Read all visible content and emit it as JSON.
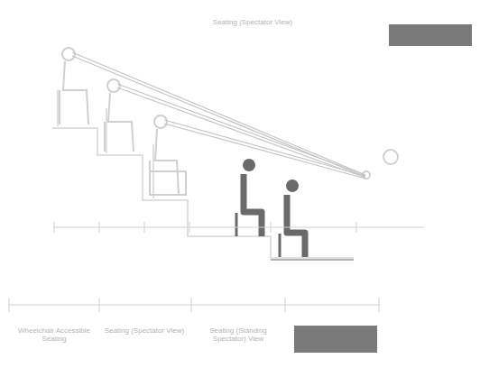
{
  "diagram": {
    "labels": [
      "Seating (Spectator View)",
      "Wheelchair Accessible Seating",
      "Seating (Spectator View)",
      "Seating (Standing Spectator) View"
    ]
  }
}
